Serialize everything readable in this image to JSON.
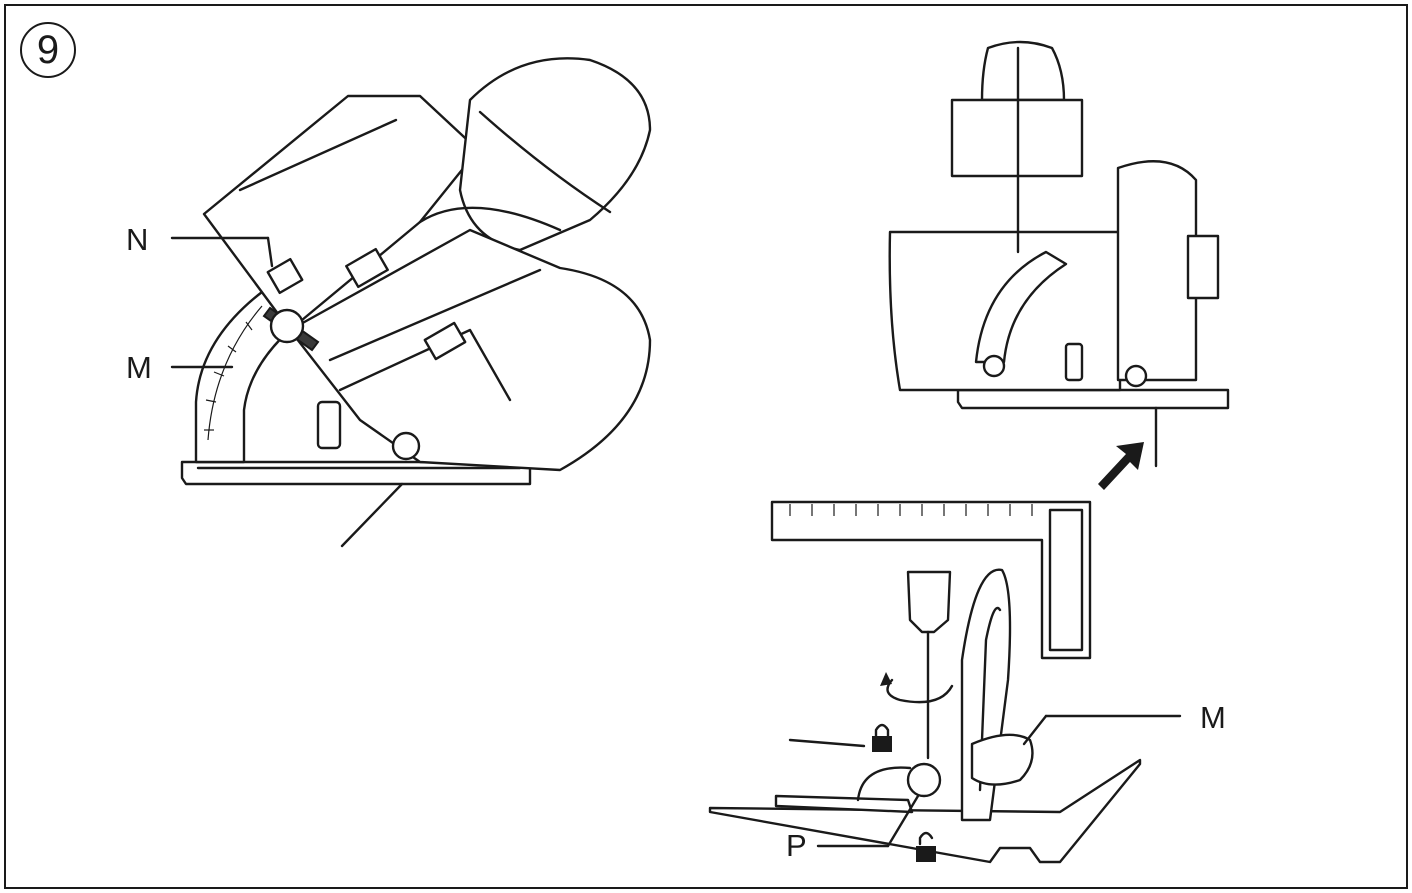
{
  "figure": {
    "number": "9",
    "labels": {
      "N": "N",
      "M_left": "M",
      "M_right": "M",
      "P": "P"
    }
  }
}
